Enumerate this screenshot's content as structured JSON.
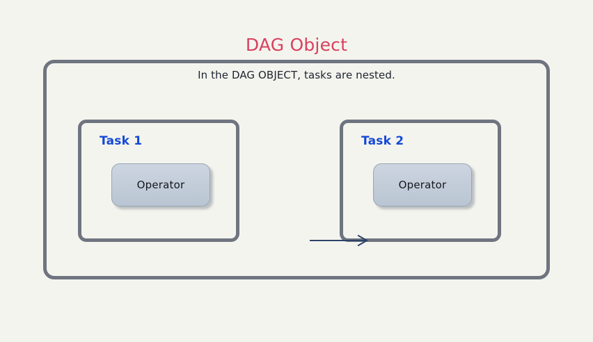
{
  "diagram": {
    "title": "DAG Object",
    "title_color": "#d9405e",
    "background_color": "#f4f4ee",
    "border_color": "#6f7480",
    "container": {
      "subtitle": "In the DAG OBJECT, tasks are nested."
    },
    "tasks": [
      {
        "label": "Task 1",
        "label_color": "#1449d6",
        "operator": {
          "label": "Operator",
          "fill_color": "#c2ccd9",
          "border_color": "#9aa6b4"
        }
      },
      {
        "label": "Task 2",
        "label_color": "#1449d6",
        "operator": {
          "label": "Operator",
          "fill_color": "#c2ccd9",
          "border_color": "#9aa6b4"
        }
      }
    ],
    "connector": {
      "name": "arrow-right-icon",
      "from": "Task 1",
      "to": "Task 2",
      "color": "#2d4269"
    }
  }
}
